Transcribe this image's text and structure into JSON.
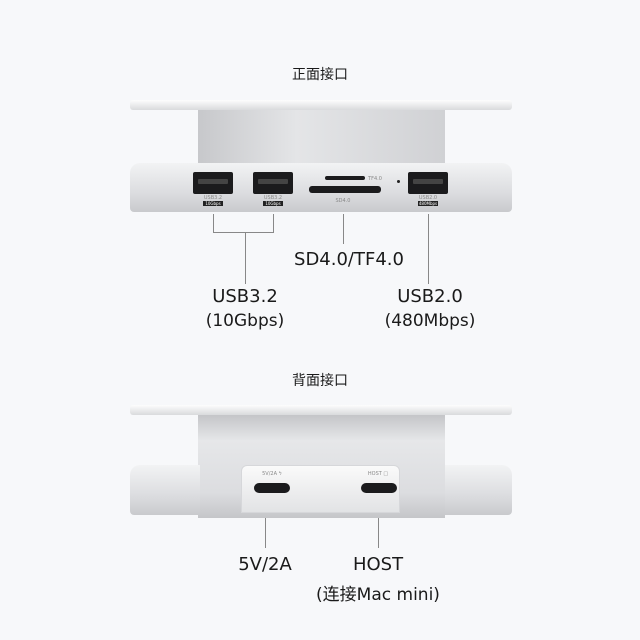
{
  "front": {
    "title": "正面接口",
    "ports": [
      {
        "label": "USB3.2",
        "badge": "10Gbps"
      },
      {
        "label": "USB3.2",
        "badge": "10Gbps"
      },
      {
        "label": "USB2.0",
        "badge": "480Mbps"
      }
    ],
    "tf_label": "TF4.0",
    "sd_label": "SD4.0",
    "callouts": {
      "card": "SD4.0/TF4.0",
      "usb3_name": "USB3.2",
      "usb3_speed": "(10Gbps)",
      "usb2_name": "USB2.0",
      "usb2_speed": "(480Mbps)"
    }
  },
  "back": {
    "title": "背面接口",
    "port_power": "5V/2A ϟ",
    "port_host": "HOST □",
    "callouts": {
      "power": "5V/2A",
      "host": "HOST",
      "host_note": "(连接Mac mini)"
    }
  }
}
